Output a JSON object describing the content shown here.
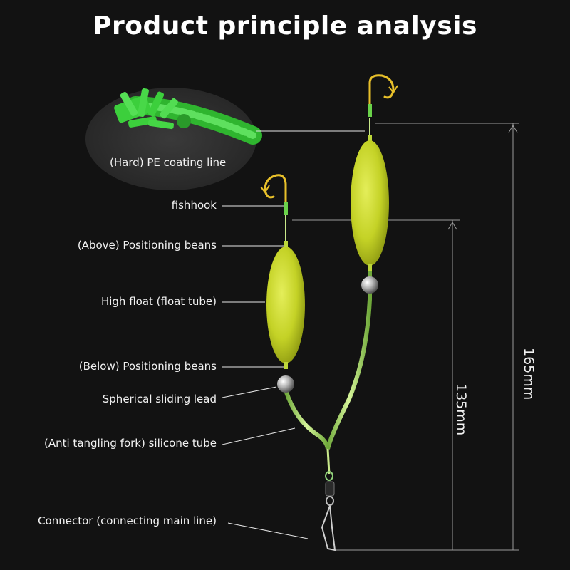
{
  "title": "Product principle analysis",
  "labels": {
    "pe_line": "(Hard) PE coating line",
    "fishhook": "fishhook",
    "above_beans": "(Above) Positioning beans",
    "high_float": "High float (float tube)",
    "below_beans": "(Below) Positioning beans",
    "sliding_lead": "Spherical sliding lead",
    "silicone_tube": "(Anti tangling fork) silicone tube",
    "connector": "Connector (connecting main line)"
  },
  "dimensions": {
    "short": "135mm",
    "long": "165mm"
  },
  "colors": {
    "background": "#121212",
    "float": "#c8d62a",
    "line": "#b8e86a",
    "hook": "#e8c02a",
    "pe_green": "#3ccf3c"
  }
}
